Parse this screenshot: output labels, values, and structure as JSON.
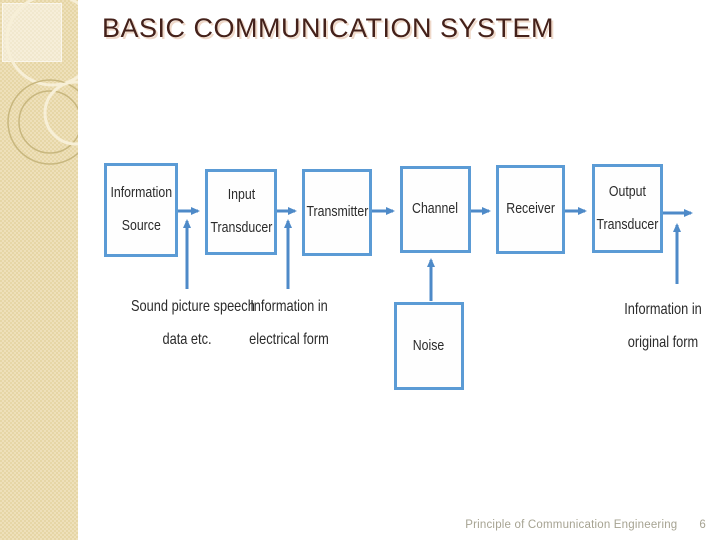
{
  "slide": {
    "title": "BASIC COMMUNICATION SYSTEM"
  },
  "diagram": {
    "boxes": [
      {
        "id": "information-source",
        "line1": "Information",
        "line2": "Source"
      },
      {
        "id": "input-transducer",
        "line1": "Input",
        "line2": "Transducer"
      },
      {
        "id": "transmitter",
        "line1": "Transmitter",
        "line2": ""
      },
      {
        "id": "channel",
        "line1": "Channel",
        "line2": ""
      },
      {
        "id": "receiver",
        "line1": "Receiver",
        "line2": ""
      },
      {
        "id": "output-transducer",
        "line1": "Output",
        "line2": "Transducer"
      },
      {
        "id": "noise",
        "line1": "Noise",
        "line2": ""
      }
    ],
    "annotations": [
      {
        "line1": "Sound picture speech",
        "line2": "data etc."
      },
      {
        "line1": "Information in",
        "line2": "electrical form"
      },
      {
        "line1": "Information in",
        "line2": "original form"
      }
    ],
    "flow": "Information Source -> Input Transducer -> Transmitter -> Channel -> Receiver -> Output Transducer -> output; Noise -> Channel",
    "colors": {
      "box_border": "#5b9bd5",
      "arrow": "#4e8ac8",
      "diagram_text": "#2b2b2b"
    }
  },
  "footer": {
    "text": "Principle of Communication Engineering",
    "page_number": "6"
  },
  "theme": {
    "sidebar_beige": "#e6d6a6",
    "title_color": "#44211a",
    "footer_color": "#a6a392"
  }
}
